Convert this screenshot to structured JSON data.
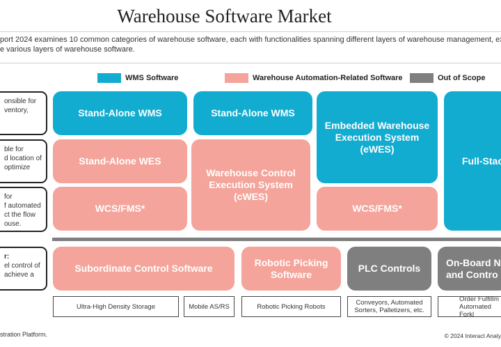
{
  "title": "Warehouse Software Market",
  "intro": {
    "line1": "port 2024 examines 10 common categories of warehouse software, each with functionalities spanning different layers of warehouse management, executio",
    "line2": "e various layers of warehouse software."
  },
  "legend": [
    {
      "label": "WMS Software",
      "color": "#12acd0"
    },
    {
      "label": "Warehouse Automation-Related Software",
      "color": "#f4a49a"
    },
    {
      "label": "Out of Scope",
      "color": "#7f7f7f"
    }
  ],
  "layers": [
    {
      "lines": [
        "onsible for",
        "ventory,"
      ]
    },
    {
      "lines": [
        "ble for",
        "d location of",
        "optimize"
      ]
    },
    {
      "lines": [
        "for",
        "f automated",
        "ct the flow",
        "ouse."
      ]
    },
    {
      "lines": [
        "r:",
        "el control of",
        "achieve a"
      ]
    }
  ],
  "blocks": {
    "wms1": "Stand-Alone WMS",
    "wms2": "Stand-Alone WMS",
    "ewes": "Embedded Warehouse Execution System (eWES)",
    "fullstack": "Full-Stac",
    "wes": "Stand-Alone WES",
    "cwes": "Warehouse Control Execution System (cWES)",
    "wcs1": "WCS/FMS*",
    "wcs2": "WCS/FMS*",
    "subordinate": "Subordinate Control Software",
    "robotic": "Robotic Picking Software",
    "plc": "PLC Controls",
    "onboard": "On-Board N and Contro"
  },
  "hardware": [
    "Ultra-High Density Storage",
    "Mobile AS/RS",
    "Robotic Picking Robots",
    "Conveyors, Automated Sorters, Palletizers, etc.",
    "Order Fulfillm Automated Forkl"
  ],
  "footer": {
    "left": "stration Platform.",
    "right": "© 2024 Interact Analy"
  }
}
